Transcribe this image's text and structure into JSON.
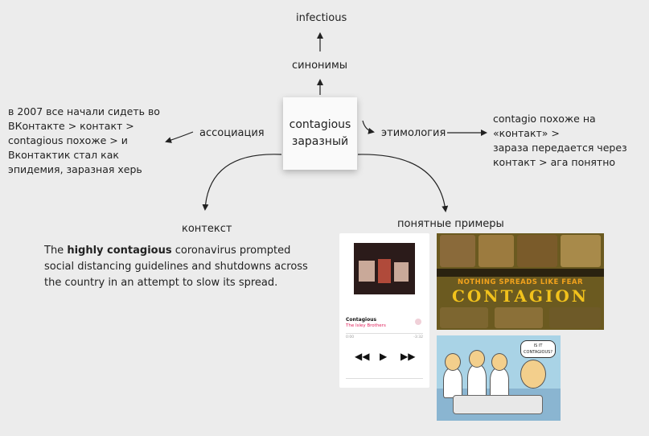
{
  "center": {
    "word_en": "contagious",
    "word_ru": "заразный"
  },
  "branches": {
    "synonyms_label": "синонимы",
    "synonym": "infectious",
    "association_label": "ассоциация",
    "association_text": [
      "в 2007 все начали сидеть во",
      "ВКонтакте > контакт >",
      "contagious похоже > и",
      "Вконтактик стал как",
      "эпидемия, заразная херь"
    ],
    "etymology_label": "этимология",
    "etymology_text": [
      "contagio похоже на «контакт» >",
      "зараза передается через",
      "контакт > ага понятно"
    ],
    "context_label": "контекст",
    "examples_label": "понятные примеры"
  },
  "context_sentence": {
    "before": "The ",
    "bold": "highly contagious",
    "after": " coronavirus prompted social distancing guidelines and shutdowns across the country in an attempt to slow its spread."
  },
  "examples": {
    "song": {
      "title": "Contagious",
      "artist": "The Isley Brothers",
      "time_start": "0:00",
      "time_end": "-3:32"
    },
    "poster": {
      "tagline": "NOTHING SPREADS LIKE FEAR",
      "title": "CONTAGION"
    },
    "cartoon": {
      "bubble": "IS IT CONTAGIOUS?"
    }
  },
  "colors": {
    "background": "#ececec",
    "card": "#fafafa",
    "accent_pink": "#e0245e",
    "poster_yellow": "#f2c21c"
  }
}
